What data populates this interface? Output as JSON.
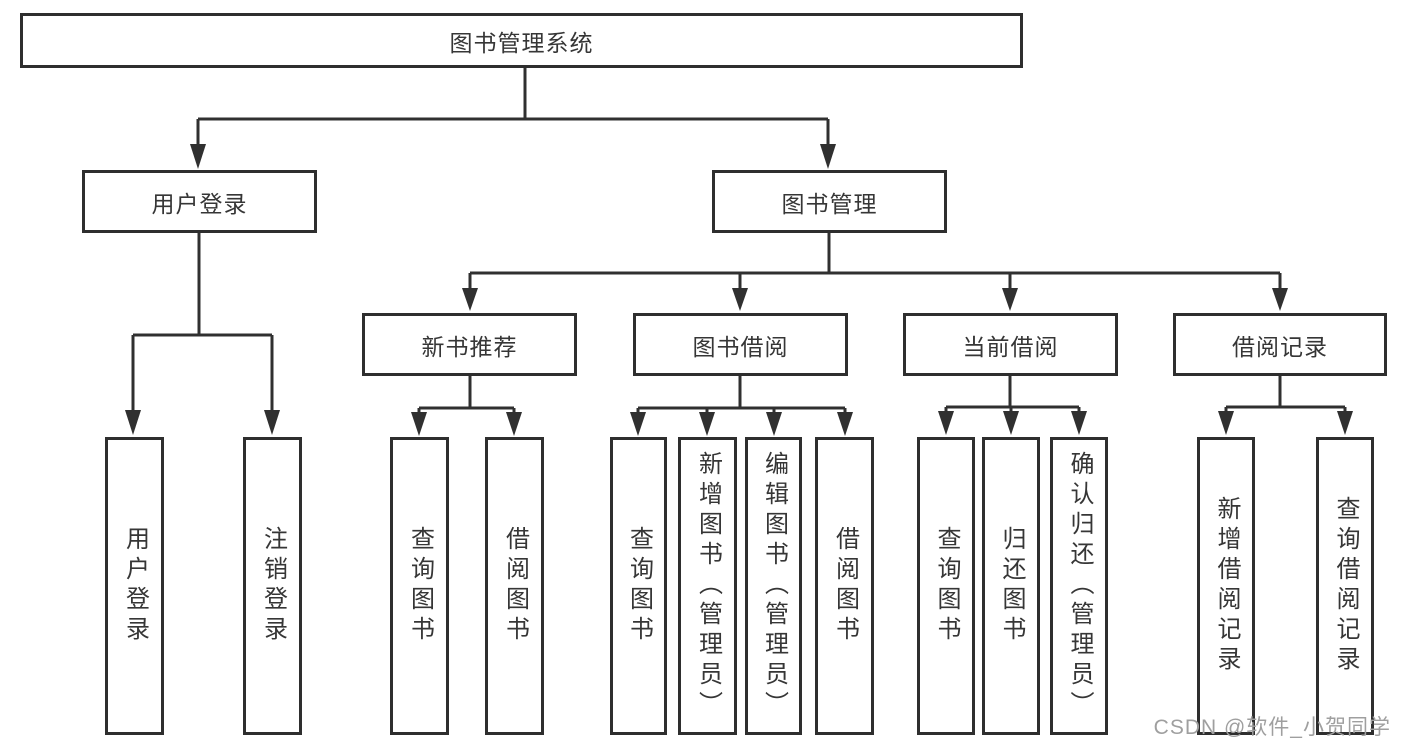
{
  "tree": {
    "root": "图书管理系统",
    "user_login": {
      "label": "用户登录",
      "leaves": [
        "用户登录",
        "注销登录"
      ]
    },
    "book_management": {
      "label": "图书管理",
      "sections": [
        {
          "label": "新书推荐",
          "leaves": [
            "查询图书",
            "借阅图书"
          ]
        },
        {
          "label": "图书借阅",
          "leaves": [
            "查询图书",
            "新增图书（管理员）",
            "编辑图书（管理员）",
            "借阅图书"
          ]
        },
        {
          "label": "当前借阅",
          "leaves": [
            "查询图书",
            "归还图书",
            "确认归还（管理员）"
          ]
        },
        {
          "label": "借阅记录",
          "leaves": [
            "新增借阅记录",
            "查询借阅记录"
          ]
        }
      ]
    }
  },
  "watermark": "CSDN @软件_小贺同学",
  "colors": {
    "line": "#303030",
    "box_border": "#2e2e2e",
    "text": "#363636",
    "watermark": "#9f9f9f",
    "background": "#ffffff"
  }
}
